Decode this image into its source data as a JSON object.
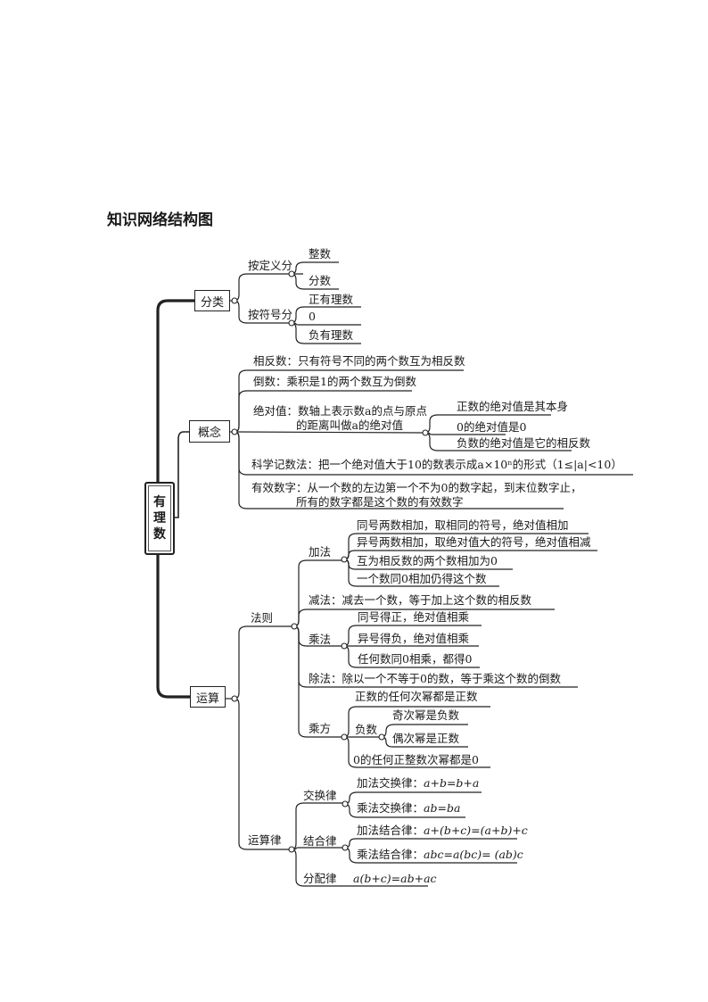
{
  "title": "知识网络结构图",
  "root": [
    "有",
    "理",
    "数"
  ],
  "classification": {
    "label": "分类",
    "by_definition": {
      "label": "按定义分",
      "items": [
        "整数",
        "分数"
      ]
    },
    "by_sign": {
      "label": "按符号分",
      "items": [
        "正有理数",
        "0",
        "负有理数"
      ]
    }
  },
  "concepts": {
    "label": "概念",
    "opposite": "相反数：只有符号不同的两个数互为相反数",
    "reciprocal": "倒数：乘积是1的两个数互为倒数",
    "absolute": {
      "line1": "绝对值：数轴上表示数a的点与原点",
      "line2": "的距离叫做a的绝对值",
      "items": [
        "正数的绝对值是其本身",
        "0的绝对值是0",
        "负数的绝对值是它的相反数"
      ]
    },
    "scientific": "科学记数法：把一个绝对值大于10的数表示成a×10ⁿ的形式（1≤|a|<10）",
    "significant": {
      "line1": "有效数字：从一个数的左边第一个不为0的数字起，到末位数字止，",
      "line2": "所有的数字都是这个数的有效数字"
    }
  },
  "operations": {
    "label": "运算",
    "rules": {
      "label": "法则",
      "addition": {
        "label": "加法",
        "items": [
          "同号两数相加，取相同的符号，绝对值相加",
          "异号两数相加，取绝对值大的符号，绝对值相减",
          "互为相反数的两个数相加为0",
          "一个数同0相加仍得这个数"
        ]
      },
      "subtraction": "减法：减去一个数，等于加上这个数的相反数",
      "multiplication": {
        "label": "乘法",
        "items": [
          "同号得正，绝对值相乘",
          "异号得负，绝对值相乘",
          "任何数同0相乘，都得0"
        ]
      },
      "division": "除法：除以一个不等于0的数，等于乘这个数的倒数",
      "power": {
        "label": "乘方",
        "positive": "正数的任何次幂都是正数",
        "negative": {
          "label": "负数",
          "items": [
            "奇次幂是负数",
            "偶次幂是正数"
          ]
        },
        "zero": "0的任何正整数次幂都是0"
      }
    },
    "laws": {
      "label": "运算律",
      "commutative": {
        "label": "交换律",
        "items": [
          {
            "name": "加法交换律：",
            "formula": "a+b=b+a"
          },
          {
            "name": "乘法交换律：",
            "formula": "ab=ba"
          }
        ]
      },
      "associative": {
        "label": "结合律",
        "items": [
          {
            "name": "加法结合律：",
            "formula": "a+(b+c)=(a+b)+c"
          },
          {
            "name": "乘法结合律：",
            "formula": "abc=a(bc)= (ab)c"
          }
        ]
      },
      "distributive": {
        "label": "分配律",
        "formula": "a(b+c)=ab+ac"
      }
    }
  }
}
